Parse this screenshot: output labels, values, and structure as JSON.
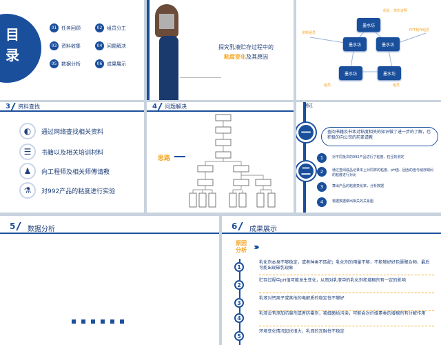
{
  "toc": {
    "title_1": "目",
    "title_2": "录",
    "items": [
      {
        "num": "01",
        "label": "任务回顾"
      },
      {
        "num": "02",
        "label": "组员分工"
      },
      {
        "num": "03",
        "label": "资料收集"
      },
      {
        "num": "04",
        "label": "问题解决"
      },
      {
        "num": "05",
        "label": "数据分析"
      },
      {
        "num": "06",
        "label": "成果展示"
      }
    ]
  },
  "topic": {
    "line1": "探究乳液贮存过程中的",
    "line2_highlight": "粘度变化",
    "line2_rest": "及其原因"
  },
  "network": {
    "nodes": [
      "墨水坊",
      "墨水坊",
      "墨水坊",
      "墨水坊",
      "墨水坊"
    ],
    "labels": [
      "组长：荧粉证明",
      "PPT制作组员",
      "资料组员",
      "组员",
      "组员"
    ]
  },
  "research": {
    "num": "3",
    "title": "资料查找",
    "items": [
      {
        "icon": "globe-icon",
        "glyph": "◐",
        "text": "通过网络查找相关资料"
      },
      {
        "icon": "books-icon",
        "glyph": "☰",
        "text": "书籍以及相关培训材料"
      },
      {
        "icon": "engineer-icon",
        "glyph": "♟",
        "text": "向工程师及相关师傅请教"
      },
      {
        "icon": "lab-icon",
        "glyph": "⚗",
        "text": "对992产品的粘度进行实验"
      }
    ]
  },
  "solve": {
    "num": "4",
    "title": "问题解决",
    "idea": "思路"
  },
  "steps": {
    "header": "通过",
    "big1": "一",
    "big2": "二",
    "intro": "查阅书籍及书本对粘度相关的知识做了进一步的了解，也积极的向公司的前辈请教",
    "items": [
      {
        "num": "1",
        "text": "对不同批次的992产品进行了粘度、粒径的测定"
      },
      {
        "num": "2",
        "text": "通过查阅成品记录本上对同样的粘度、pH值、固含的值与储存期间的粘度进行对比"
      },
      {
        "num": "3",
        "text": "算出产品的粘度变化率，分析数据"
      },
      {
        "num": "4",
        "text": "根据数据做出相关的关系图"
      }
    ]
  },
  "analysis": {
    "num": "5",
    "title": "数据分析"
  },
  "results": {
    "num": "6",
    "title": "成果展示",
    "cause_1": "原因",
    "cause_2": "分析",
    "items": [
      {
        "num": "1",
        "text": "乳化剂本身不够稳定，或者种类不匹配；乳化剂的用量不够，不能够好好包裹聚合物，最后可能出现破乳现象"
      },
      {
        "num": "2",
        "text": "贮存过程中pH值可能发生变化，从而对乳液中的乳化剂和增稠剂有一定的影响"
      },
      {
        "num": "3",
        "text": "乳液对钙离子或其他的电解质的稳定性不够好"
      },
      {
        "num": "4",
        "text": "乳液没有添加防腐剂或者防霉剂，被细菌给污染，可能会对纤维素类的增稠剂有分解作用"
      },
      {
        "num": "5",
        "text": "环境变化情况起伏很大，乳液的冻融性不稳定"
      }
    ]
  }
}
